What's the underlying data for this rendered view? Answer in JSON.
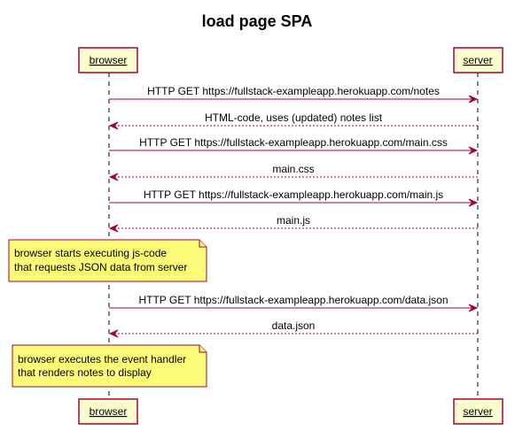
{
  "title": "load page SPA",
  "participants": {
    "browser": "browser",
    "server": "server"
  },
  "messages": [
    {
      "label": "HTTP GET https://fullstack-exampleapp.herokuapp.com/notes",
      "direction": "to-server",
      "style": "solid"
    },
    {
      "label": "HTML-code, uses (updated) notes list",
      "direction": "to-browser",
      "style": "dashed"
    },
    {
      "label": "HTTP GET https://fullstack-exampleapp.herokuapp.com/main.css",
      "direction": "to-server",
      "style": "solid"
    },
    {
      "label": "main.css",
      "direction": "to-browser",
      "style": "dashed"
    },
    {
      "label": "HTTP GET https://fullstack-exampleapp.herokuapp.com/main.js",
      "direction": "to-server",
      "style": "solid"
    },
    {
      "label": "main.js",
      "direction": "to-browser",
      "style": "dashed"
    },
    {
      "label": "HTTP GET https://fullstack-exampleapp.herokuapp.com/data.json",
      "direction": "to-server",
      "style": "solid"
    },
    {
      "label": "data.json",
      "direction": "to-browser",
      "style": "dashed"
    }
  ],
  "notes": [
    {
      "lines": [
        "browser starts executing js-code",
        "that requests JSON data from server"
      ]
    },
    {
      "lines": [
        "browser executes the event handler",
        "that renders notes to display"
      ]
    }
  ],
  "colors": {
    "accent": "#A80036",
    "participant_fill": "#FEFECE",
    "note_fill": "#FBFB77"
  }
}
